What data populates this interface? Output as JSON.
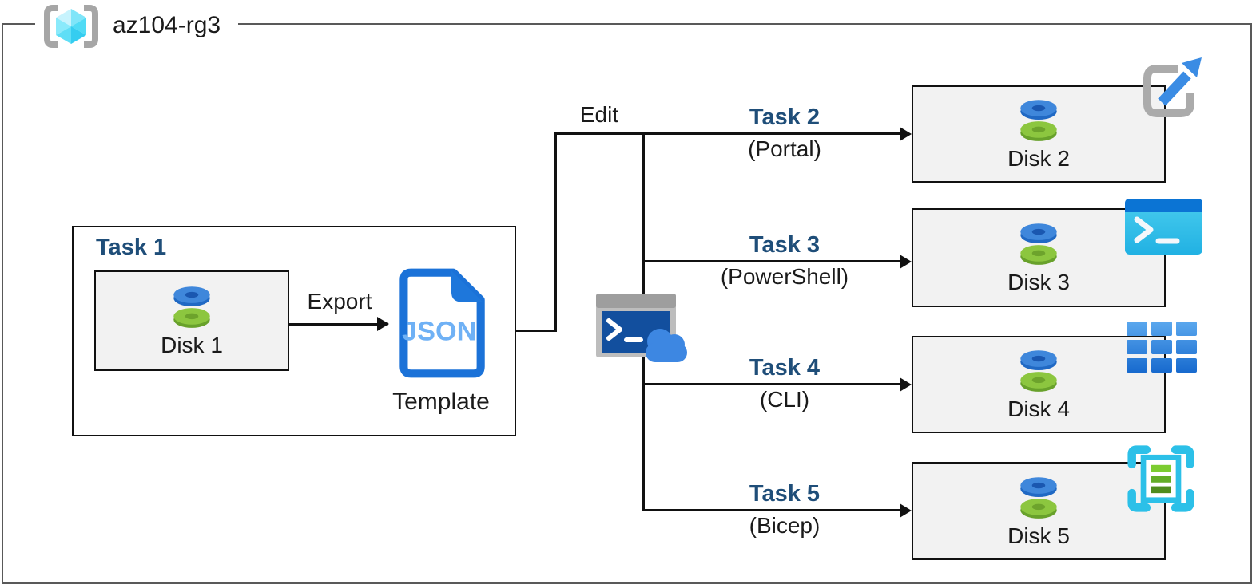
{
  "resource_group": {
    "name": "az104-rg3"
  },
  "task1": {
    "title": "Task 1",
    "disk": {
      "label": "Disk 1"
    },
    "export_label": "Export",
    "json_doc": {
      "badge": "JSON",
      "caption": "Template"
    }
  },
  "edit_label": "Edit",
  "tasks": [
    {
      "title": "Task 2",
      "method": "(Portal)",
      "disk": {
        "label": "Disk 2"
      },
      "tool_icon": "portal-icon"
    },
    {
      "title": "Task 3",
      "method": "(PowerShell)",
      "disk": {
        "label": "Disk 3"
      },
      "tool_icon": "powershell-icon"
    },
    {
      "title": "Task 4",
      "method": "(CLI)",
      "disk": {
        "label": "Disk 4"
      },
      "tool_icon": "cli-icon"
    },
    {
      "title": "Task 5",
      "method": "(Bicep)",
      "disk": {
        "label": "Disk 5"
      },
      "tool_icon": "bicep-icon"
    }
  ],
  "icons": {
    "resource_group": "resource-group-icon",
    "disk": "managed-disk-icon",
    "cloud_shell": "cloud-shell-icon"
  },
  "colors": {
    "task_title_blue": "#1F4E79",
    "frame_border_gray": "#595959",
    "box_border_black": "#111111",
    "disk_box_fill": "#F2F2F2",
    "json_doc_blue": "#1B72D8",
    "json_text_blue": "#6FB1F5",
    "disk_blue": "#3F87DB",
    "disk_green": "#8CC63F",
    "powershell_blue": "#0B74D4",
    "powershell_cyan": "#2FC0E9",
    "bicep_cyan": "#2CC0E8",
    "cloud_blue": "#3D87E2"
  }
}
